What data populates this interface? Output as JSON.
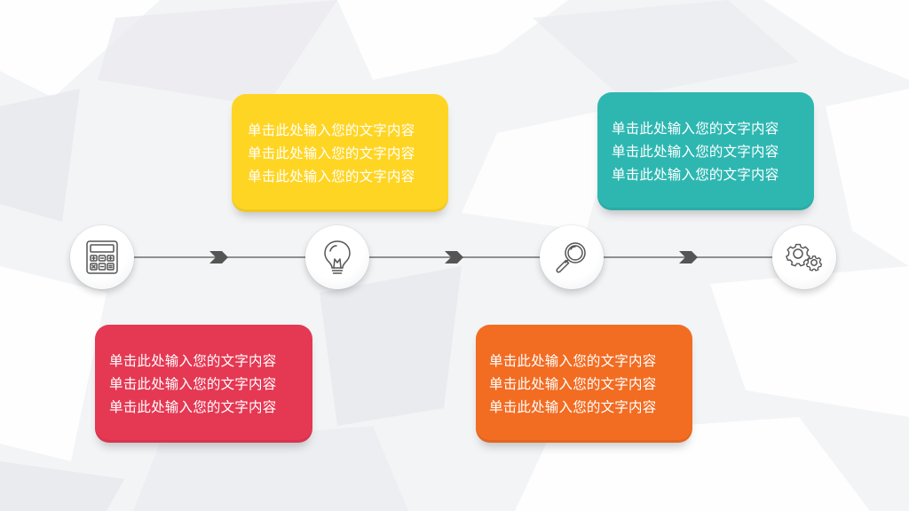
{
  "colors": {
    "yellow": "#ffd523",
    "teal": "#2eb7b1",
    "red": "#e53853",
    "orange": "#f26c22",
    "line": "#6e6e6e",
    "icon": "#555555"
  },
  "boxes": [
    {
      "id": "yellow",
      "lines": [
        "单击此处输入您的文字内容",
        "单击此处输入您的文字内容",
        "单击此处输入您的文字内容"
      ]
    },
    {
      "id": "teal",
      "lines": [
        "单击此处输入您的文字内容",
        "单击此处输入您的文字内容",
        "单击此处输入您的文字内容"
      ]
    },
    {
      "id": "red",
      "lines": [
        "单击此处输入您的文字内容",
        "单击此处输入您的文字内容",
        "单击此处输入您的文字内容"
      ]
    },
    {
      "id": "orange",
      "lines": [
        "单击此处输入您的文字内容",
        "单击此处输入您的文字内容",
        "单击此处输入您的文字内容"
      ]
    }
  ],
  "nodes": [
    {
      "icon": "calculator-icon"
    },
    {
      "icon": "lightbulb-icon"
    },
    {
      "icon": "magnifier-icon"
    },
    {
      "icon": "gears-icon"
    }
  ]
}
